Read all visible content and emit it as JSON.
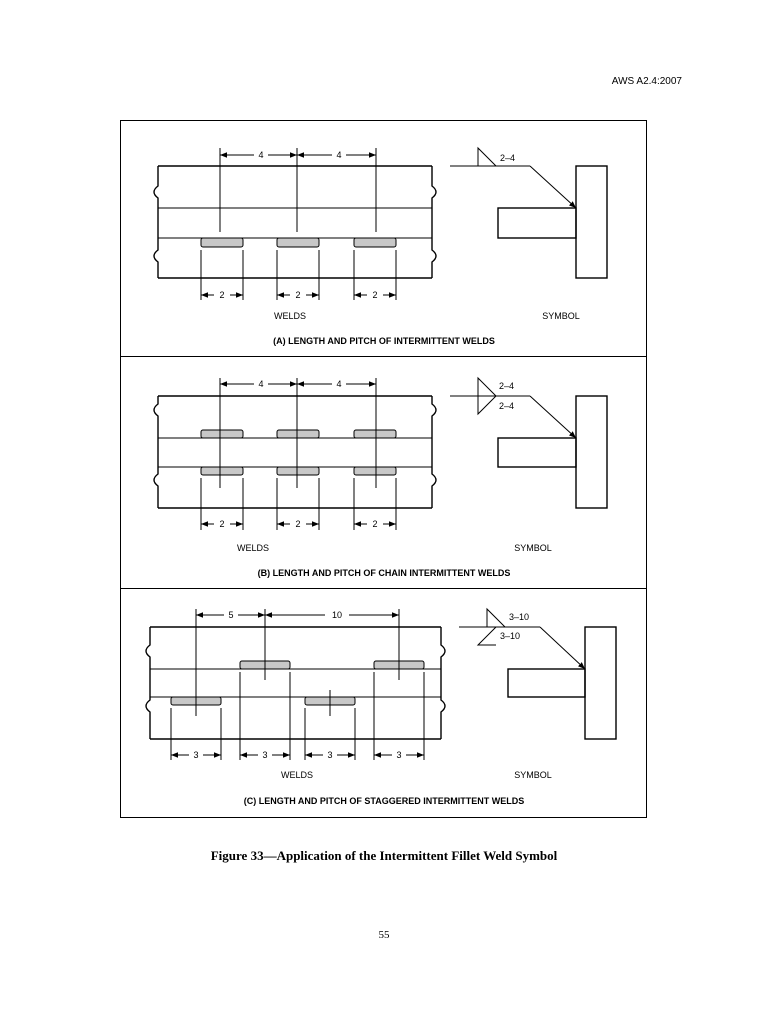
{
  "header": {
    "standard": "AWS A2.4:2007"
  },
  "panels": [
    {
      "title": "(A) LENGTH AND PITCH OF INTERMITTENT WELDS",
      "welds_label": "WELDS",
      "symbol_label": "SYMBOL",
      "pitch_dims": [
        "4",
        "4"
      ],
      "length_dims": [
        "2",
        "2",
        "2"
      ],
      "symbol_text_top": "2–4",
      "symbol_text_bottom": ""
    },
    {
      "title": "(B) LENGTH AND PITCH OF CHAIN INTERMITTENT WELDS",
      "welds_label": "WELDS",
      "symbol_label": "SYMBOL",
      "pitch_dims": [
        "4",
        "4"
      ],
      "length_dims": [
        "2",
        "2",
        "2"
      ],
      "symbol_text_top": "2–4",
      "symbol_text_bottom": "2–4"
    },
    {
      "title": "(C) LENGTH AND PITCH OF STAGGERED INTERMITTENT WELDS",
      "welds_label": "WELDS",
      "symbol_label": "SYMBOL",
      "pitch_dims": [
        "5",
        "10"
      ],
      "length_dims": [
        "3",
        "3",
        "3",
        "3"
      ],
      "symbol_text_top": "3–10",
      "symbol_text_bottom": "3–10"
    }
  ],
  "caption": "Figure 33—Application of the Intermittent Fillet Weld Symbol",
  "page_number": "55"
}
